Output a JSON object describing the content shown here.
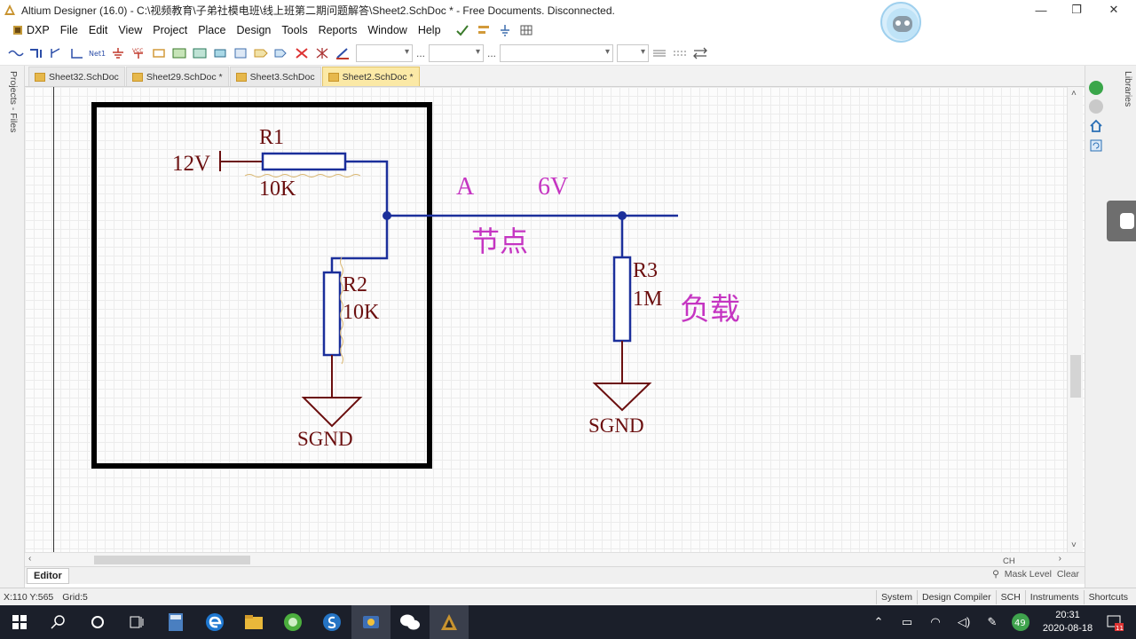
{
  "window": {
    "title": "Altium Designer (16.0) - C:\\视频教育\\子弟社模电班\\线上班第二期问题解答\\Sheet2.SchDoc * - Free Documents. Disconnected."
  },
  "menu": {
    "items": [
      "DXP",
      "File",
      "Edit",
      "View",
      "Project",
      "Place",
      "Design",
      "Tools",
      "Reports",
      "Window",
      "Help"
    ]
  },
  "toolbar": {
    "dots_1": "...",
    "dots_2": "..."
  },
  "side_panels": {
    "left_label": "Projects - Files",
    "right_label": "Libraries"
  },
  "tabs": [
    {
      "label": "Sheet32.SchDoc",
      "active": false
    },
    {
      "label": "Sheet29.SchDoc *",
      "active": false
    },
    {
      "label": "Sheet3.SchDoc",
      "active": false
    },
    {
      "label": "Sheet2.SchDoc *",
      "active": true
    }
  ],
  "schematic": {
    "r1_designator": "R1",
    "r1_value": "10K",
    "power_12v": "12V",
    "r2_designator": "R2",
    "r2_value": "10K",
    "sgnd_1": "SGND",
    "node_label": "A",
    "node_voltage": "6V",
    "node_text": "节点",
    "r3_designator": "R3",
    "r3_value": "1M",
    "load_text": "负载",
    "sgnd_2": "SGND",
    "colors": {
      "wire": "#1b2f9b",
      "component_text": "#6b0f0f",
      "annotation": "#c535c2",
      "box": "#000000"
    }
  },
  "editor": {
    "tab_label": "Editor",
    "ch_label": "CH",
    "mask_level": "Mask Level",
    "clear": "Clear"
  },
  "status": {
    "coords": "X:110 Y:565",
    "grid": "Grid:5",
    "panels": [
      "System",
      "Design Compiler",
      "SCH",
      "Instruments",
      "Shortcuts"
    ]
  },
  "taskbar": {
    "time": "20:31",
    "date": "2020-08-18",
    "badge": "49",
    "notif_count": "11"
  }
}
